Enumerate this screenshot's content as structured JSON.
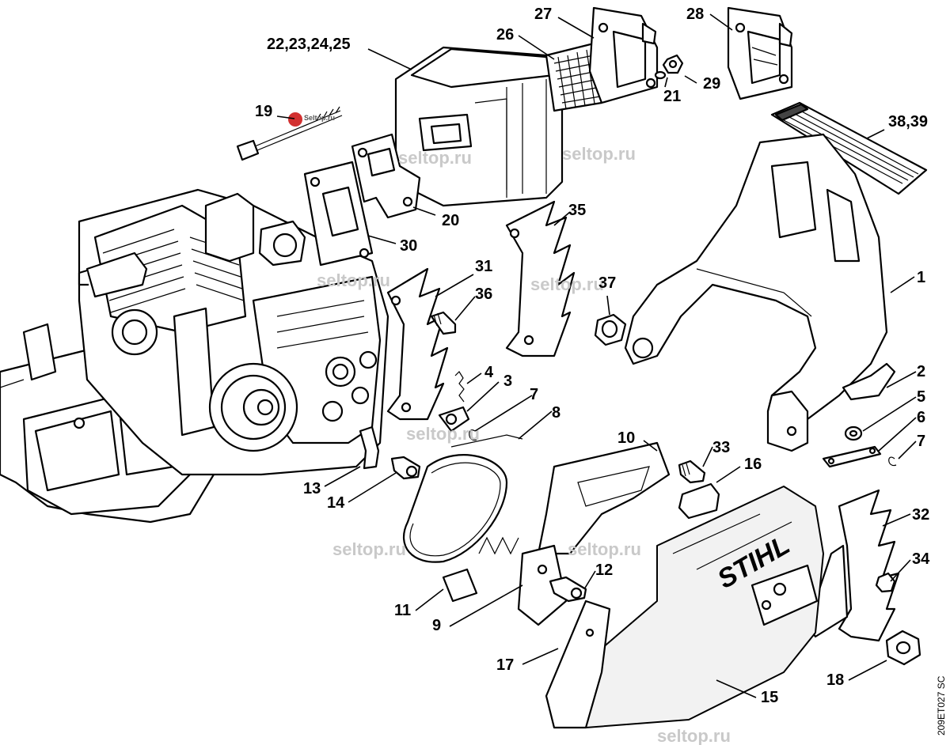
{
  "callouts": [
    "22,23,24,25",
    "26",
    "27",
    "28",
    "29",
    "21",
    "19",
    "38,39",
    "20",
    "30",
    "35",
    "31",
    "36",
    "37",
    "1",
    "4",
    "3",
    "7",
    "8",
    "2",
    "5",
    "6",
    "7",
    "10",
    "33",
    "16",
    "13",
    "14",
    "32",
    "12",
    "34",
    "11",
    "9",
    "17",
    "18",
    "15"
  ],
  "watermarks": [
    "seltop.ru",
    "seltop.ru",
    "seltop.ru",
    "seltop.ru",
    "seltop.ru",
    "seltop.ru",
    "seltop.ru",
    "seltop.ru"
  ],
  "logo_text": "Seltop.ru",
  "brand_text": "STIHL",
  "drawing_code": "209ET027 SC"
}
